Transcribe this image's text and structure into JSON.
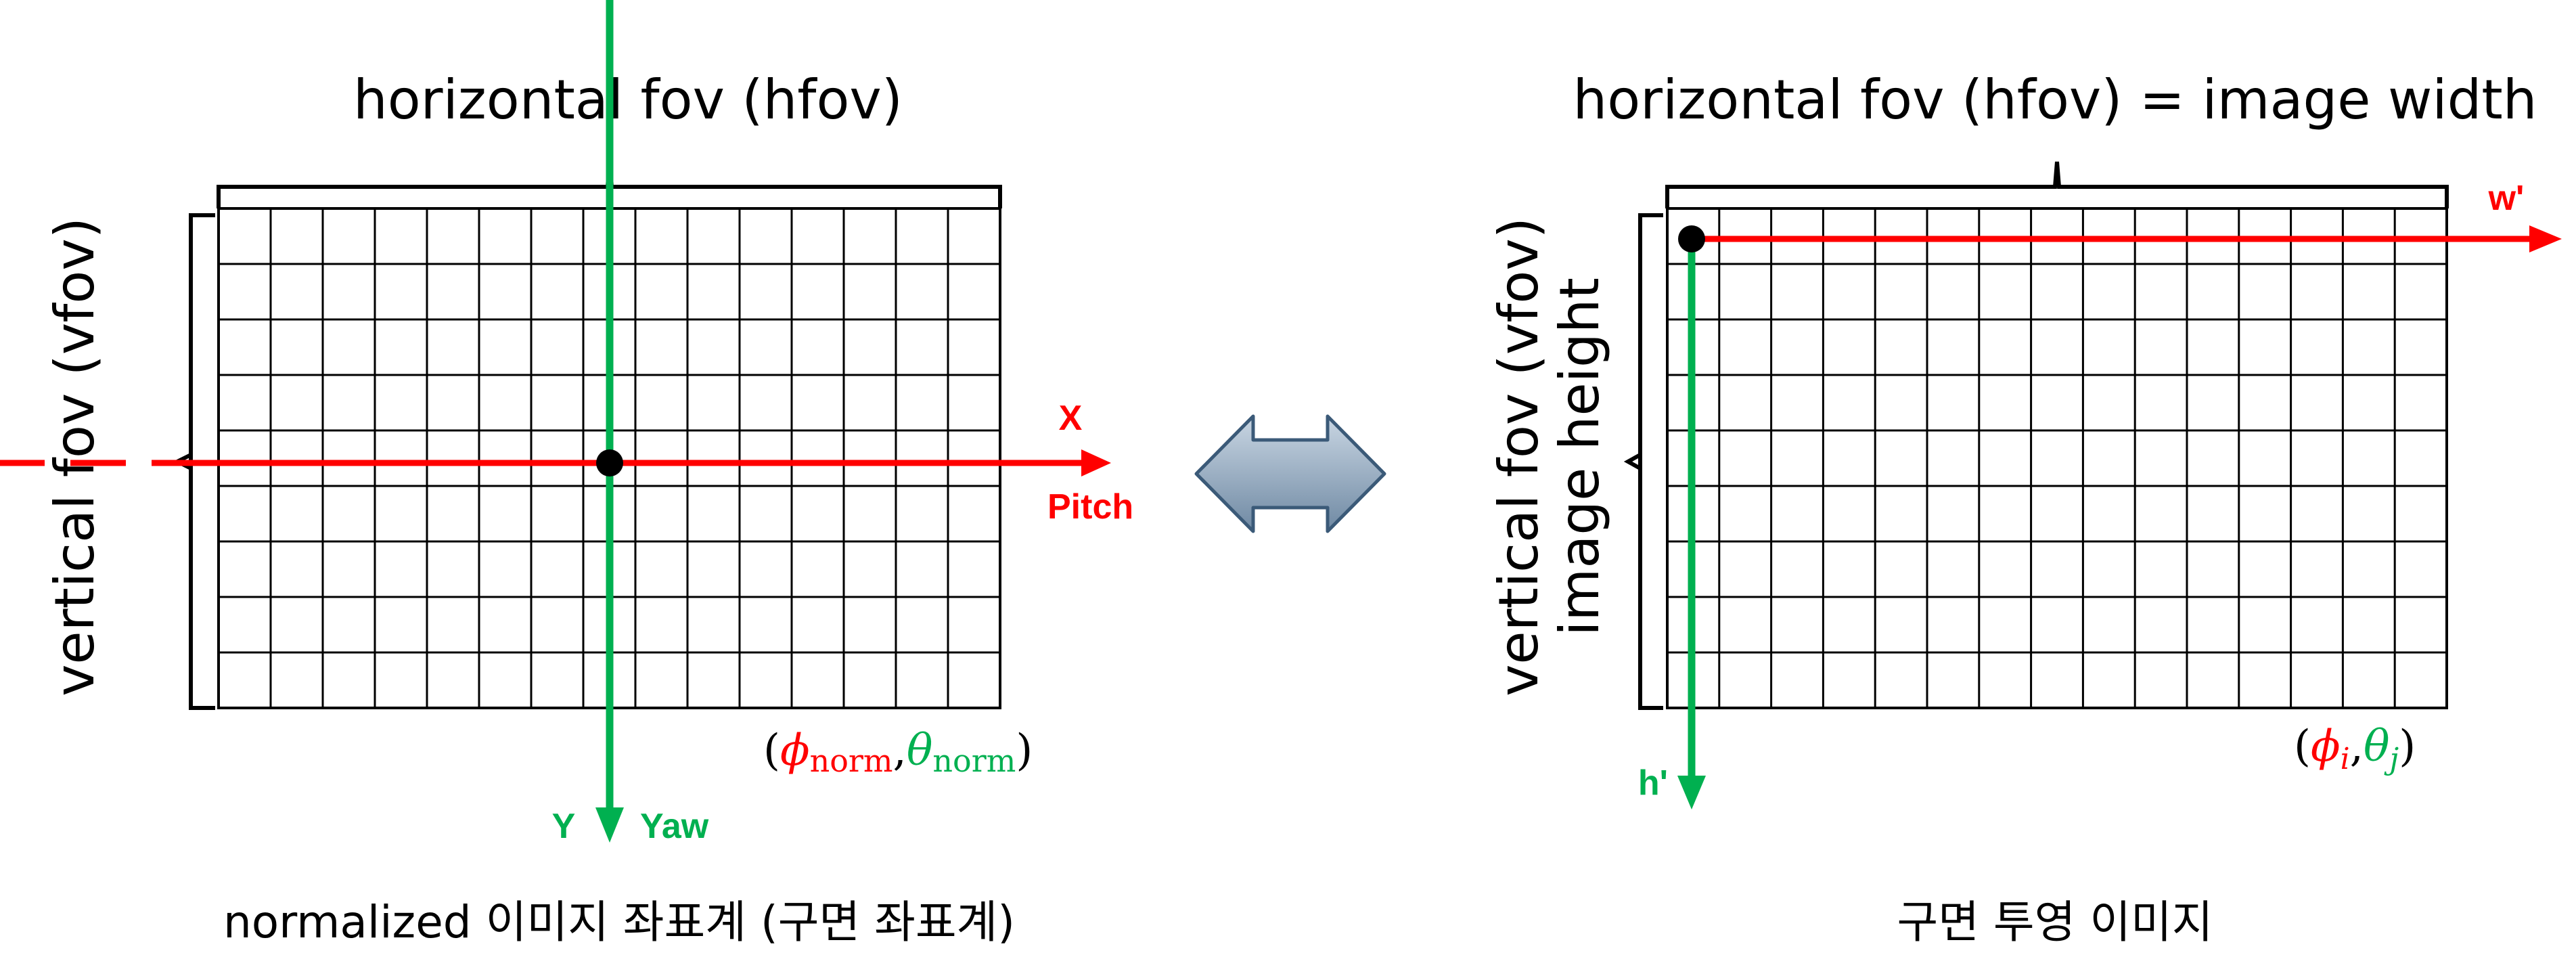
{
  "colors": {
    "pitch_axis": "#ff0000",
    "yaw_axis": "#00b050",
    "grid_line": "#000000",
    "double_arrow_fill_top": "#c9d6e3",
    "double_arrow_fill_bottom": "#6f89a3",
    "double_arrow_stroke": "#3b5a78"
  },
  "icons": {
    "center_point": "filled-circle",
    "convert_arrow": "left-right-double-arrow"
  },
  "grid": {
    "rows": 9,
    "cols": 15
  },
  "left_panel": {
    "top_label": "horizontal fov (hfov)",
    "side_label": "vertical fov (vfov)",
    "x_axis_label": "X",
    "pitch_label": "Pitch",
    "y_axis_label": "Y",
    "yaw_label": "Yaw",
    "coord_phi": "ϕ",
    "coord_theta": "θ",
    "coord_sub": "norm",
    "caption": "normalized 이미지 좌표계 (구면 좌표계)"
  },
  "right_panel": {
    "top_label": "horizontal fov (hfov) = image width",
    "side_label_1": "vertical fov (vfov)",
    "side_label_2": "image height",
    "w_label": "w'",
    "h_label": "h'",
    "coord_phi": "ϕ",
    "coord_phi_sub": "i",
    "coord_theta": "θ",
    "coord_theta_sub": "j",
    "caption": "구면 투영 이미지"
  }
}
